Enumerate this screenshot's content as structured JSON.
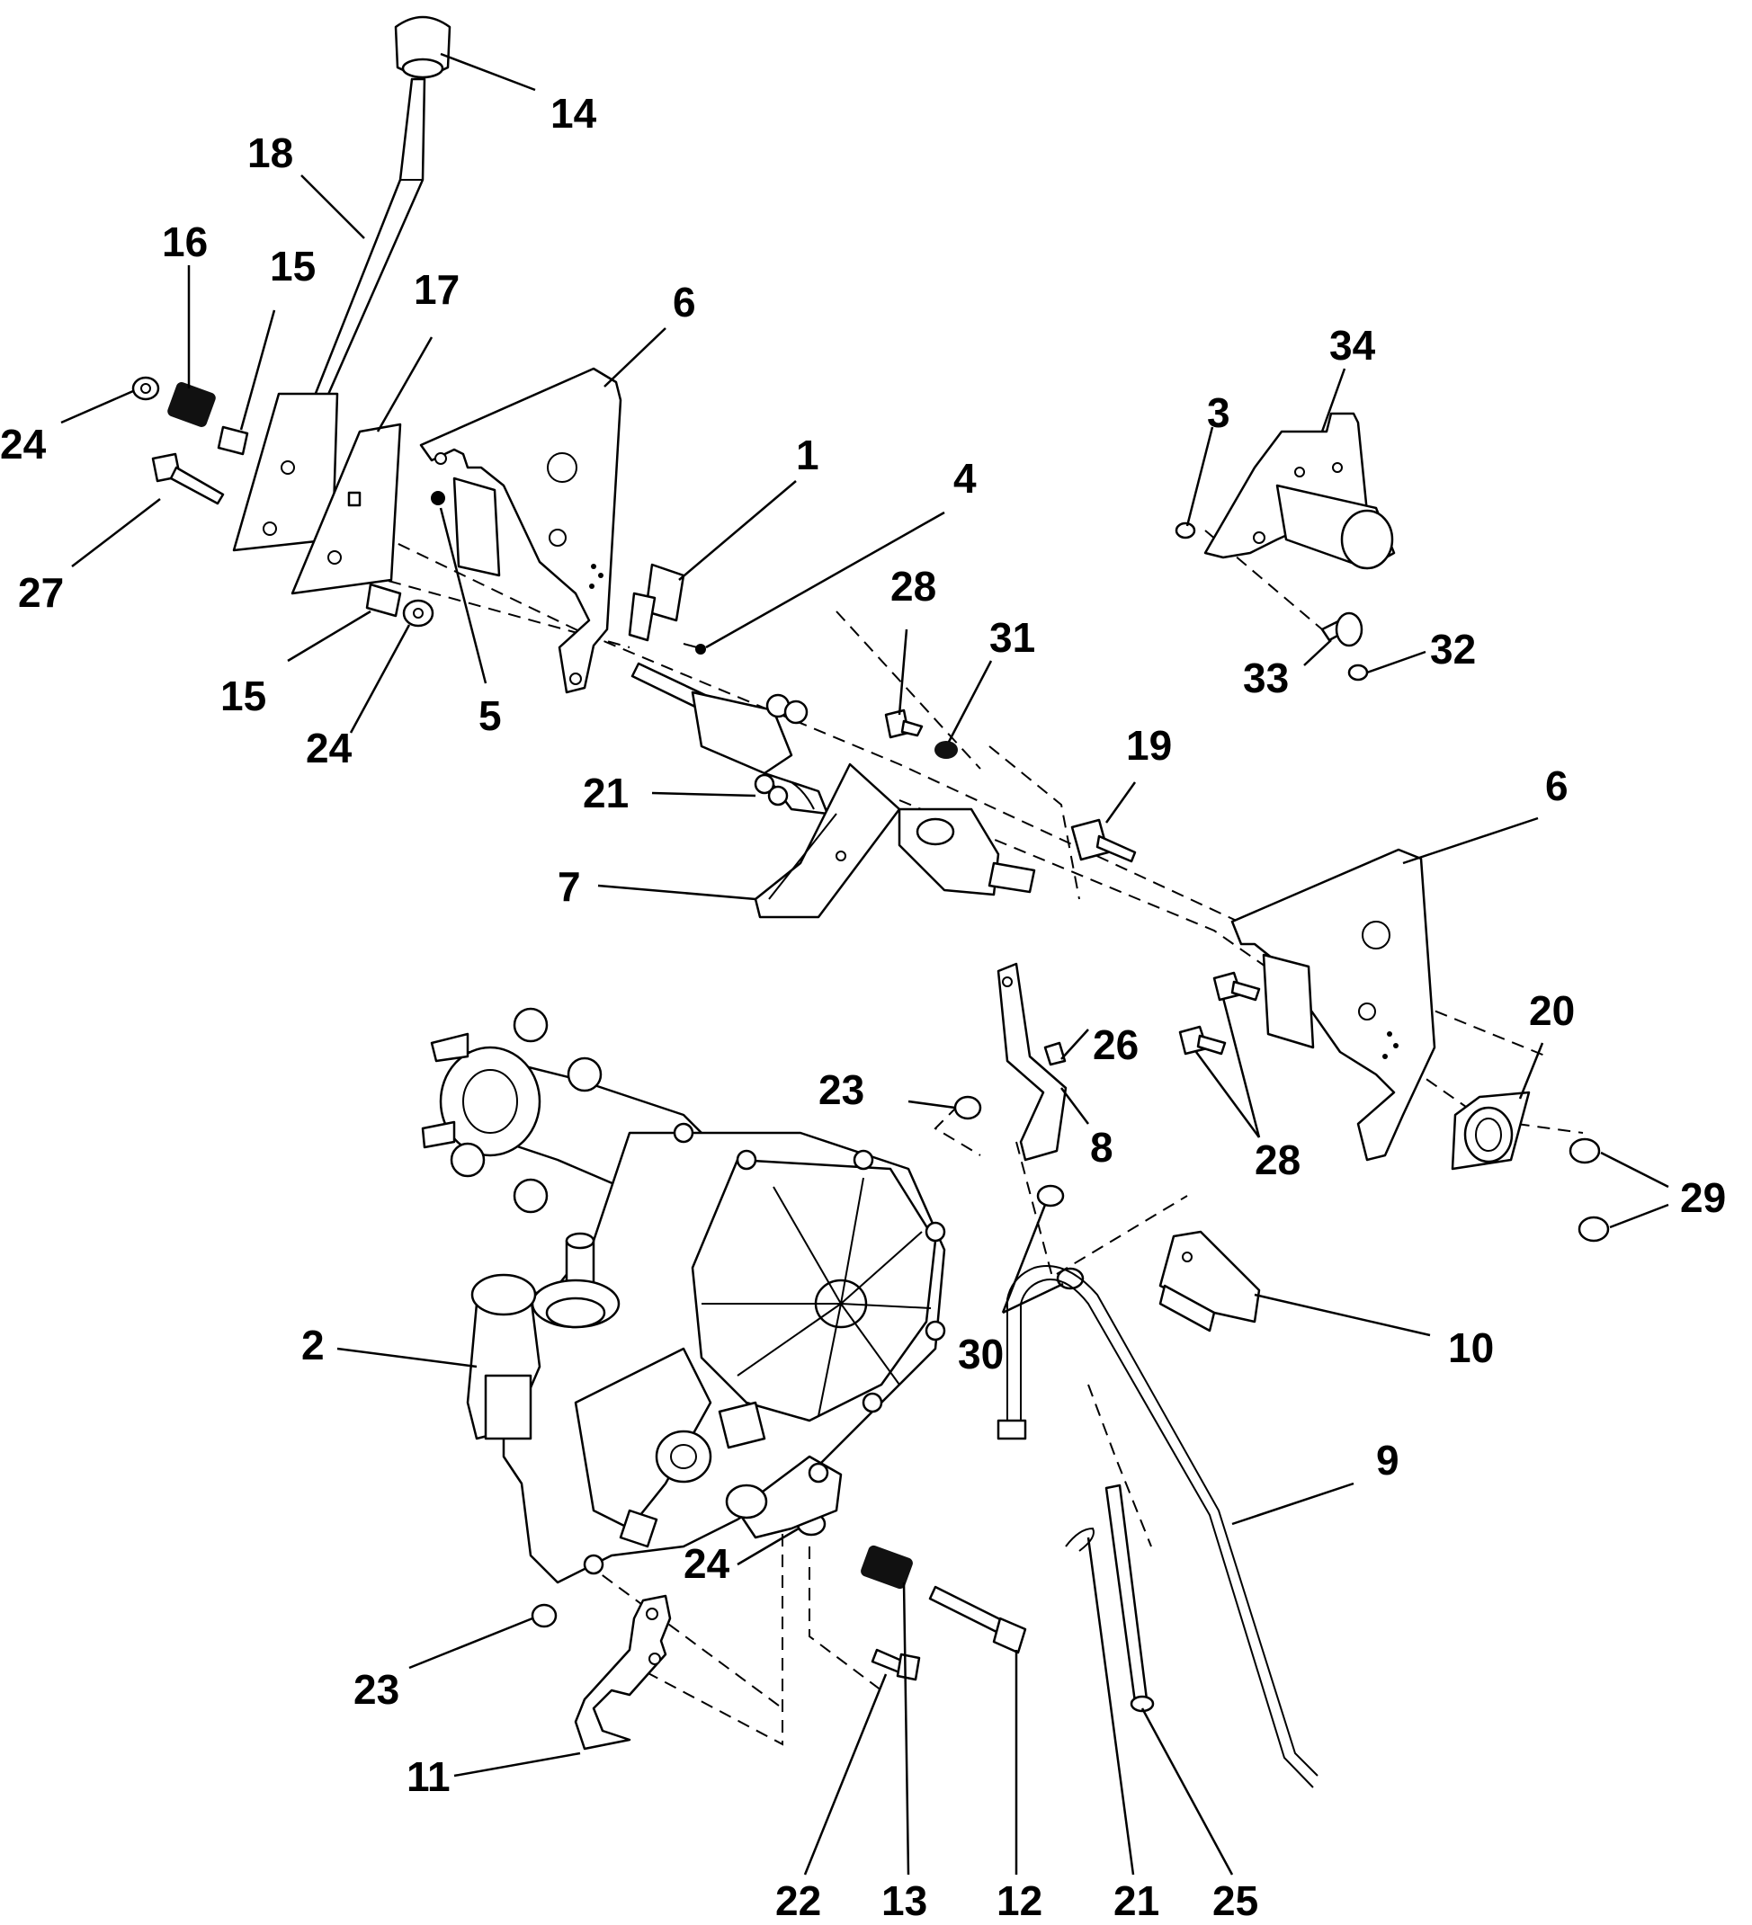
{
  "diagram": {
    "callouts": [
      {
        "id": "c14a",
        "text": "14"
      },
      {
        "id": "c18",
        "text": "18"
      },
      {
        "id": "c16",
        "text": "16"
      },
      {
        "id": "c15a",
        "text": "15"
      },
      {
        "id": "c17",
        "text": "17"
      },
      {
        "id": "c6a",
        "text": "6"
      },
      {
        "id": "c24a",
        "text": "24"
      },
      {
        "id": "c27",
        "text": "27"
      },
      {
        "id": "c15b",
        "text": "15"
      },
      {
        "id": "c24b",
        "text": "24"
      },
      {
        "id": "c5",
        "text": "5"
      },
      {
        "id": "c1",
        "text": "1"
      },
      {
        "id": "c4",
        "text": "4"
      },
      {
        "id": "c3",
        "text": "3"
      },
      {
        "id": "c34",
        "text": "34"
      },
      {
        "id": "c28a",
        "text": "28"
      },
      {
        "id": "c31",
        "text": "31"
      },
      {
        "id": "c33",
        "text": "33"
      },
      {
        "id": "c32",
        "text": "32"
      },
      {
        "id": "c19",
        "text": "19"
      },
      {
        "id": "c6b",
        "text": "6"
      },
      {
        "id": "c21a",
        "text": "21"
      },
      {
        "id": "c7",
        "text": "7"
      },
      {
        "id": "c26",
        "text": "26"
      },
      {
        "id": "c20",
        "text": "20"
      },
      {
        "id": "c23a",
        "text": "23"
      },
      {
        "id": "c8",
        "text": "8"
      },
      {
        "id": "c28b",
        "text": "28"
      },
      {
        "id": "c29",
        "text": "29"
      },
      {
        "id": "c2",
        "text": "2"
      },
      {
        "id": "c30",
        "text": "30"
      },
      {
        "id": "c10",
        "text": "10"
      },
      {
        "id": "c9",
        "text": "9"
      },
      {
        "id": "c24c",
        "text": "24"
      },
      {
        "id": "c23b",
        "text": "23"
      },
      {
        "id": "c11",
        "text": "11"
      },
      {
        "id": "c22",
        "text": "22"
      },
      {
        "id": "c13",
        "text": "13"
      },
      {
        "id": "c12",
        "text": "12"
      },
      {
        "id": "c21b",
        "text": "21"
      },
      {
        "id": "c25",
        "text": "25"
      }
    ]
  }
}
